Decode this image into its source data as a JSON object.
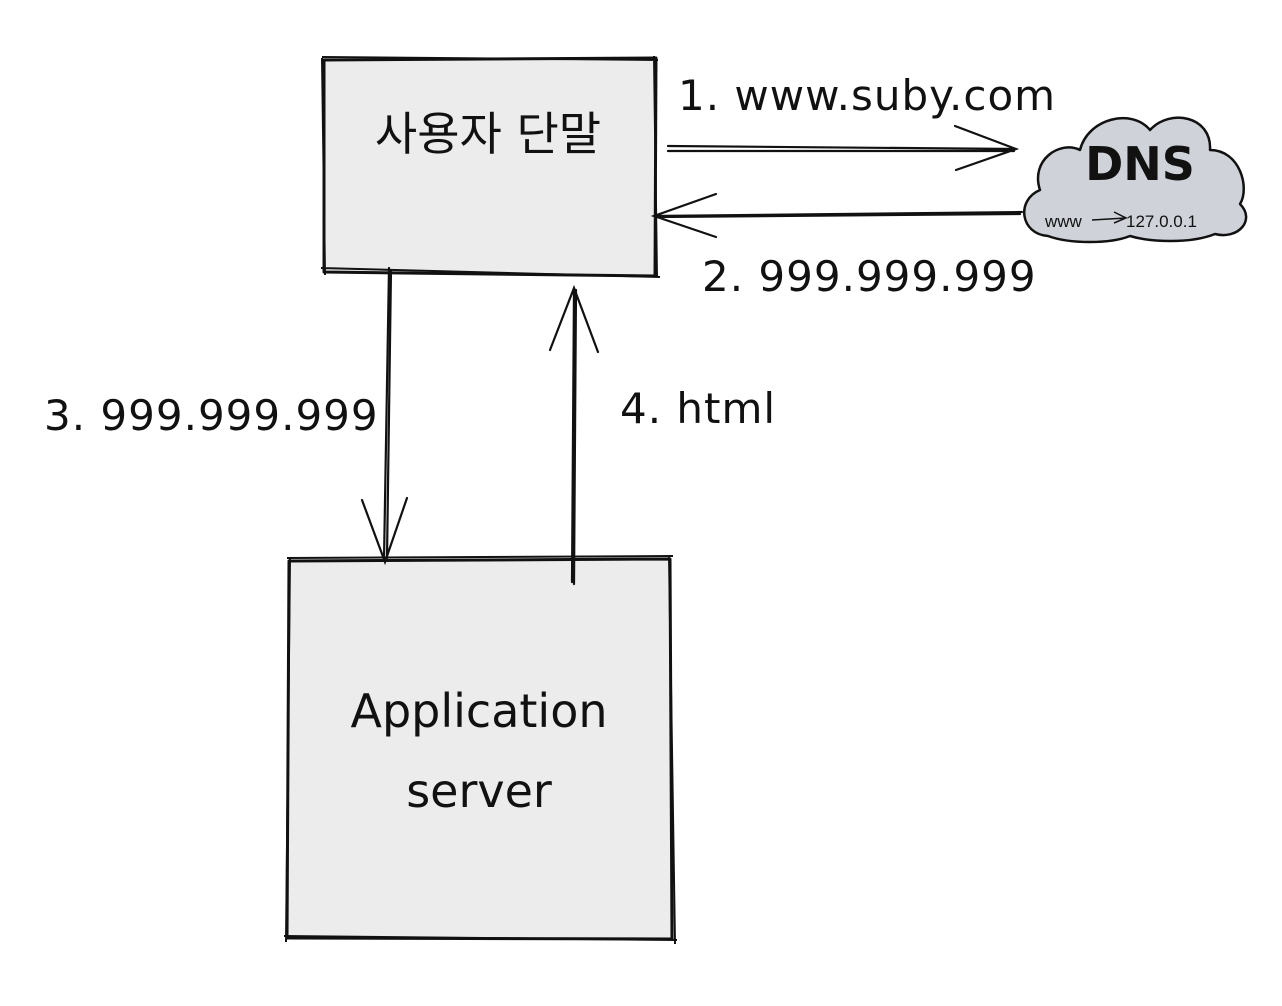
{
  "nodes": {
    "client": {
      "label": "사용자 단말"
    },
    "dns": {
      "title": "DNS",
      "record_name": "www",
      "record_ip": "127.0.0.1"
    },
    "server": {
      "label_line1": "Application",
      "label_line2": "server"
    }
  },
  "edges": {
    "step1": {
      "label": "1. www.suby.com"
    },
    "step2": {
      "label": "2. 999.999.999"
    },
    "step3": {
      "label": "3. 999.999.999"
    },
    "step4": {
      "label": "4. html"
    }
  },
  "colors": {
    "box_fill": "#ececec",
    "cloud_fill": "#cfd3d9",
    "stroke": "#111111"
  }
}
